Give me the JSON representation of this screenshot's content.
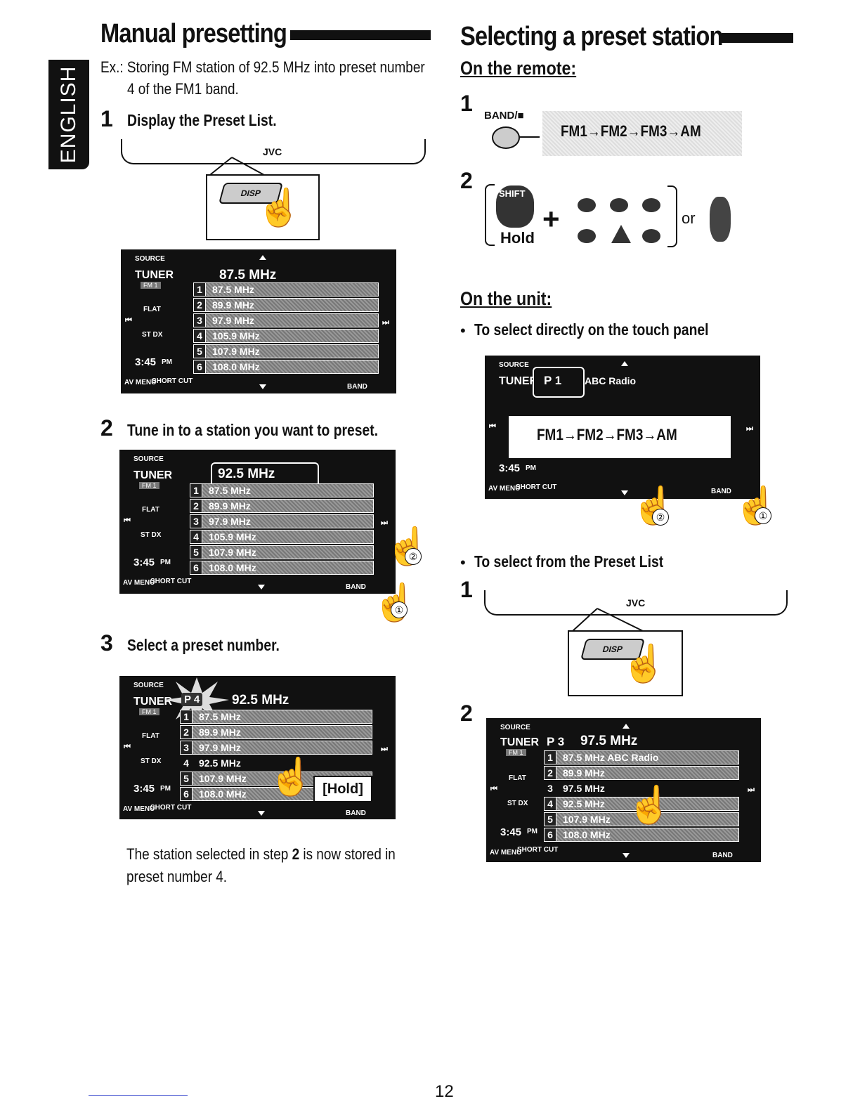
{
  "language_tab": "ENGLISH",
  "left": {
    "title": "Manual presetting",
    "example_line1": "Ex.: Storing FM station of 92.5 MHz into preset number",
    "example_line2": "4 of the FM1 band.",
    "steps": [
      {
        "num": "1",
        "text": "Display the Preset List."
      },
      {
        "num": "2",
        "text": "Tune in to a station you want to preset."
      },
      {
        "num": "3",
        "text": "Select a preset number."
      }
    ],
    "note_line1_a": "The station selected in step ",
    "note_step": "2",
    "note_line1_b": " is now stored in",
    "note_line2": "preset number 4.",
    "hold_label": "[Hold]"
  },
  "right": {
    "title": "Selecting a preset station",
    "remote_heading": "On the remote:",
    "band_label": "BAND/■",
    "band_sequence": "FM1→FM2→FM3→AM",
    "hold": "Hold",
    "shift": "SHIFT",
    "or": "or",
    "unit_heading": "On the unit:",
    "bullet1": "To select directly on the touch panel",
    "bullet2": "To select from the Preset List",
    "unit_band_sequence": "FM1→FM2→FM3→AM",
    "preset_station": "ABC Radio",
    "preset_badge": "P 1",
    "step_nums": [
      "1",
      "2",
      "1",
      "2"
    ]
  },
  "panel": {
    "brand": "JVC",
    "disp": "DISP"
  },
  "screen_common": {
    "source": "SOURCE",
    "tuner": "TUNER",
    "band_tag": "FM 1",
    "flat": "FLAT",
    "stdx": "ST  DX",
    "time": "3:45",
    "pm": "PM",
    "av_menu": "AV MENU",
    "short_cut": "SHORT CUT",
    "band": "BAND"
  },
  "screens": {
    "s1": {
      "freq": "87.5 MHz",
      "presets": [
        "87.5 MHz",
        "89.9 MHz",
        "97.9 MHz",
        "105.9 MHz",
        "107.9 MHz",
        "108.0 MHz"
      ]
    },
    "s2": {
      "freq": "92.5 MHz",
      "presets": [
        "87.5 MHz",
        "89.9 MHz",
        "97.9 MHz",
        "105.9 MHz",
        "107.9 MHz",
        "108.0 MHz"
      ]
    },
    "s3": {
      "badge": "P 4",
      "freq": "92.5 MHz",
      "presets": [
        "87.5 MHz",
        "89.9 MHz",
        "97.9 MHz",
        "92.5 MHz",
        "107.9 MHz",
        "108.0 MHz"
      ]
    },
    "s5": {
      "badge": "P 3",
      "freq": "97.5 MHz",
      "presets": [
        "87.5 MHz ABC Radio",
        "89.9 MHz",
        "97.5 MHz",
        "92.5 MHz",
        "107.9 MHz",
        "108.0 MHz"
      ]
    }
  },
  "circled": [
    "②",
    "①"
  ],
  "page_number": "12"
}
